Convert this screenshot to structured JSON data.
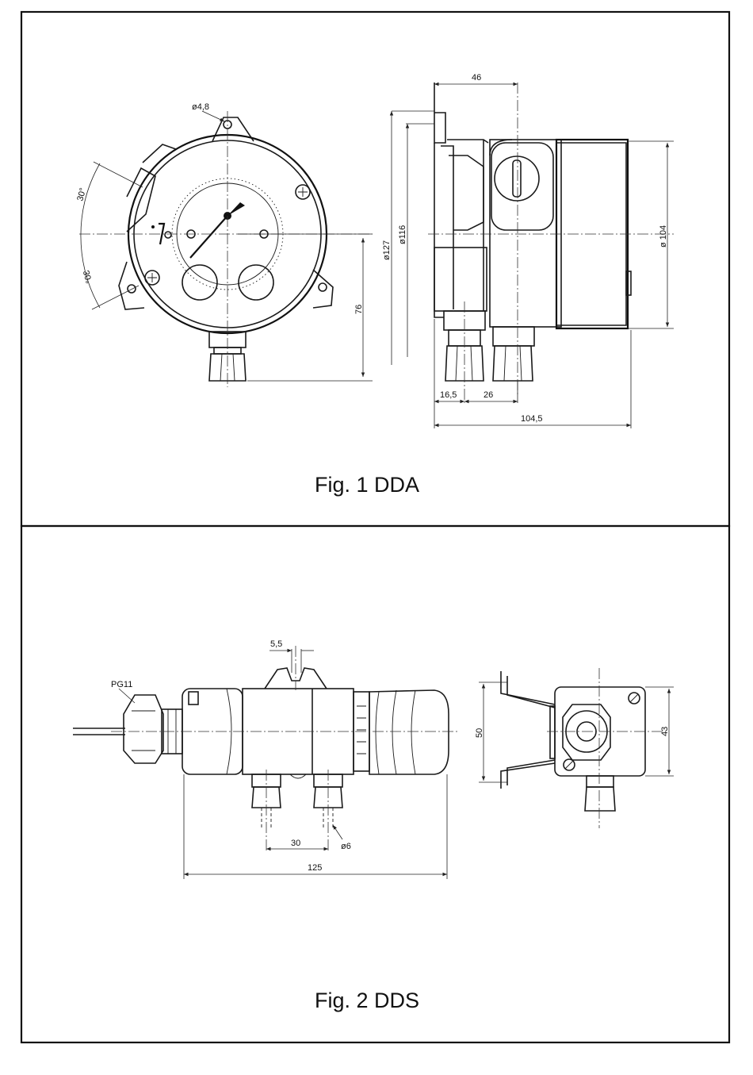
{
  "figures": [
    {
      "caption": "Fig. 1 DDA",
      "front_view": {
        "dim_hole": "ø4,8",
        "dim_angle_upper": "30°",
        "dim_angle_lower": "30°",
        "dim_height": "76"
      },
      "side_view": {
        "dim_top": "46",
        "dim_d127": "ø127",
        "dim_d116": "ø116",
        "dim_d104": "ø 104",
        "dim_offset": "16,5",
        "dim_pitch": "26",
        "dim_length": "104,5"
      }
    },
    {
      "caption": "Fig. 2 DDS",
      "side_view": {
        "label_gland": "PG11",
        "dim_slot": "5,5",
        "dim_pitch": "30",
        "dim_pipe": "ø6",
        "dim_length": "125"
      },
      "end_view": {
        "dim_height_outer": "50",
        "dim_height_inner": "43"
      }
    }
  ]
}
